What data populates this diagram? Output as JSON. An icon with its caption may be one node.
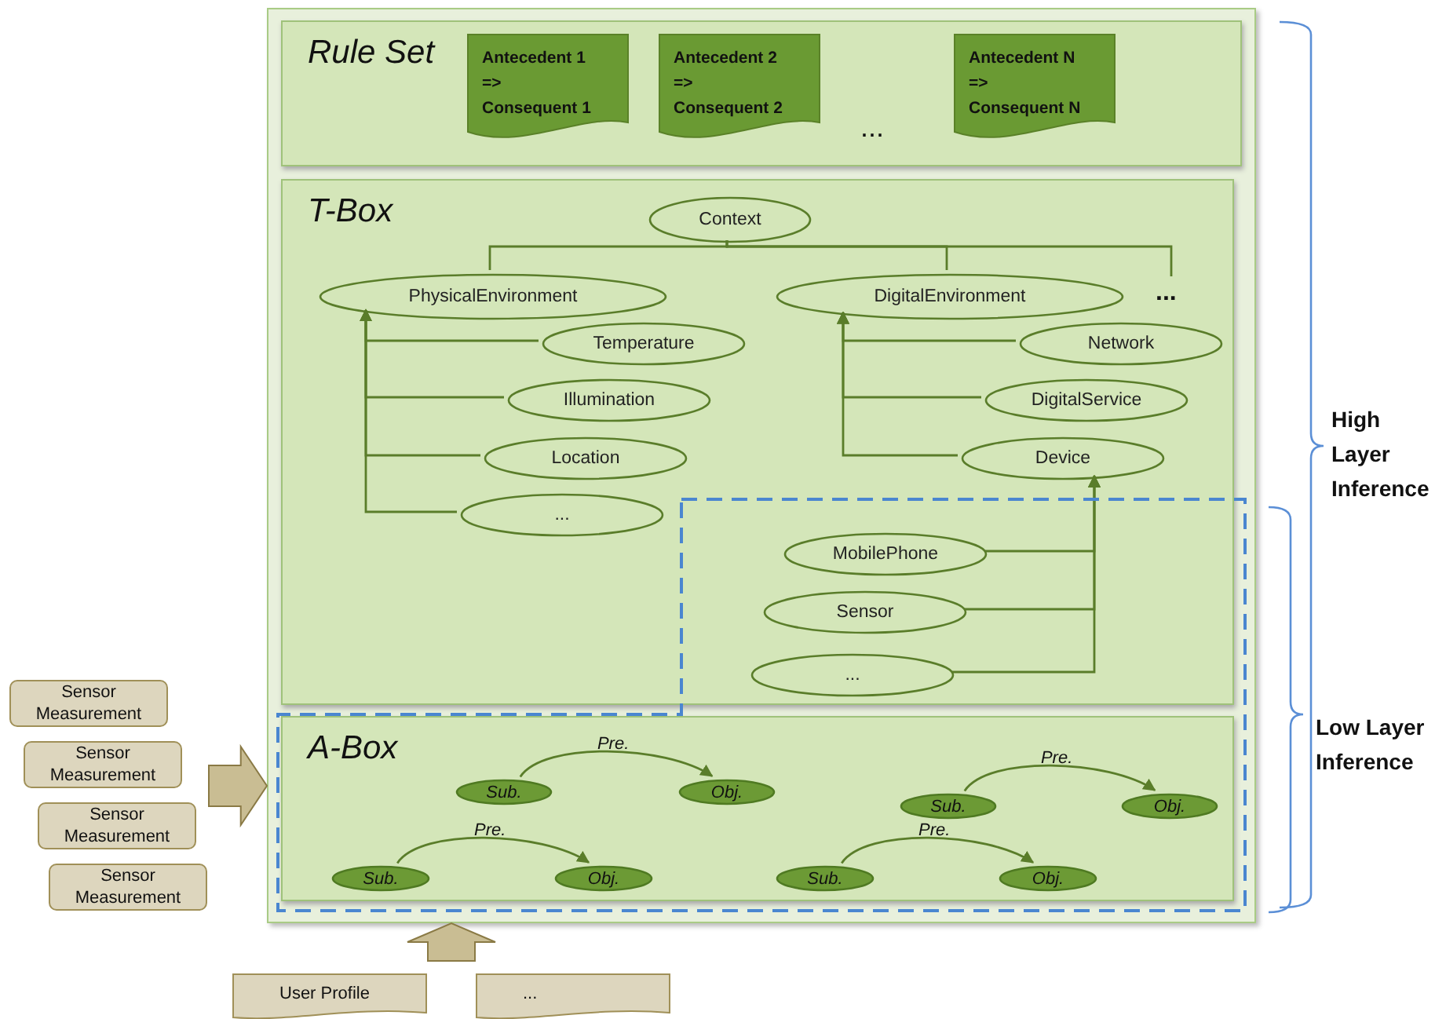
{
  "diagram": {
    "nodes": [
      {
        "text": [],
        "shape": "box"
      },
      {
        "text": [
          "Rule Set"
        ],
        "in": 0
      },
      {
        "text": [
          "Antecedent 1 => Consequent 1"
        ],
        "in": 1
      },
      {
        "text": [
          "Antecedent 2 => Consequent 2"
        ],
        "in": 1
      },
      {
        "text": [
          "Antecedent N => Consequent N"
        ],
        "in": 1
      },
      {
        "text": [
          "T-Box"
        ],
        "in": 0
      },
      {
        "text": [
          "Context"
        ],
        "in": 5
      },
      {
        "text": [
          "PhysicalEnvironment"
        ],
        "in": 5
      },
      {
        "text": [
          "DigitalEnvironment"
        ],
        "in": 5
      },
      {
        "text": [
          "..."
        ],
        "in": 5
      },
      {
        "text": [
          "Temperature"
        ],
        "in": 5
      },
      {
        "text": [
          "Illumination"
        ],
        "in": 5
      },
      {
        "text": [
          "Location"
        ],
        "in": 5
      },
      {
        "text": [
          "..."
        ],
        "in": 5
      },
      {
        "text": [
          "Network"
        ],
        "in": 5
      },
      {
        "text": [
          "DigitalService"
        ],
        "in": 5
      },
      {
        "text": [
          "Device"
        ],
        "in": 5
      },
      {
        "text": [
          "MobilePhone"
        ],
        "in": 5
      },
      {
        "text": [
          "Sensor"
        ],
        "in": 5
      },
      {
        "text": [
          "..."
        ],
        "in": 5
      },
      {
        "text": [
          "A-Box"
        ],
        "in": 0
      },
      {
        "text": [
          "Sub."
        ],
        "in": 20
      },
      {
        "text": [
          "Obj."
        ],
        "in": 20
      },
      {
        "text": [
          "Sub."
        ],
        "in": 20
      },
      {
        "text": [
          "Obj."
        ],
        "in": 20
      },
      {
        "text": [
          "Sub."
        ],
        "in": 20
      },
      {
        "text": [
          "Obj."
        ],
        "in": 20
      },
      {
        "text": [
          "Sub."
        ],
        "in": 20
      },
      {
        "text": [
          "Obj."
        ],
        "in": 20
      },
      {
        "text": [
          "Sensor Measurement"
        ]
      },
      {
        "text": [
          "Sensor Measurement"
        ]
      },
      {
        "text": [
          "Sensor Measurement"
        ]
      },
      {
        "text": [
          "Sensor Measurement"
        ]
      },
      {
        "text": [
          "User Profile"
        ]
      },
      {
        "text": [
          "..."
        ]
      }
    ],
    "edges": [
      {
        "from": 6,
        "to": 7,
        "arrow": "none"
      },
      {
        "from": 6,
        "to": 8,
        "arrow": "none"
      },
      {
        "from": 6,
        "to": 9,
        "arrow": "none"
      },
      {
        "from": 10,
        "to": 7,
        "arrow": "to"
      },
      {
        "from": 11,
        "to": 7,
        "arrow": "to"
      },
      {
        "from": 12,
        "to": 7,
        "arrow": "to"
      },
      {
        "from": 13,
        "to": 7,
        "arrow": "to"
      },
      {
        "from": 14,
        "to": 8,
        "arrow": "to"
      },
      {
        "from": 15,
        "to": 8,
        "arrow": "to"
      },
      {
        "from": 16,
        "to": 8,
        "arrow": "to"
      },
      {
        "from": 17,
        "to": 16,
        "arrow": "to"
      },
      {
        "from": 18,
        "to": 16,
        "arrow": "to"
      },
      {
        "from": 19,
        "to": 16,
        "arrow": "to"
      },
      {
        "from": 21,
        "to": 22,
        "arrow": "to",
        "label": "Pre."
      },
      {
        "from": 23,
        "to": 24,
        "arrow": "to",
        "label": "Pre."
      },
      {
        "from": 25,
        "to": 26,
        "arrow": "to",
        "label": "Pre."
      },
      {
        "from": 27,
        "to": 28,
        "arrow": "to",
        "label": "Pre."
      },
      {
        "from": 29,
        "to": 0,
        "arrow": "to",
        "style": "thick",
        "color": "#c9bd93"
      },
      {
        "from": 30,
        "to": 0,
        "arrow": "to",
        "style": "thick",
        "color": "#c9bd93"
      },
      {
        "from": 31,
        "to": 0,
        "arrow": "to",
        "style": "thick",
        "color": "#c9bd93"
      },
      {
        "from": 32,
        "to": 0,
        "arrow": "to",
        "style": "thick",
        "color": "#c9bd93"
      },
      {
        "from": 33,
        "to": 0,
        "arrow": "to",
        "style": "thick",
        "color": "#c9bd93"
      },
      {
        "from": 34,
        "to": 0,
        "arrow": "to",
        "style": "thick",
        "color": "#c9bd93"
      }
    ],
    "labels": [
      "...",
      "High Layer Inference",
      "Low Layer Inference"
    ]
  }
}
